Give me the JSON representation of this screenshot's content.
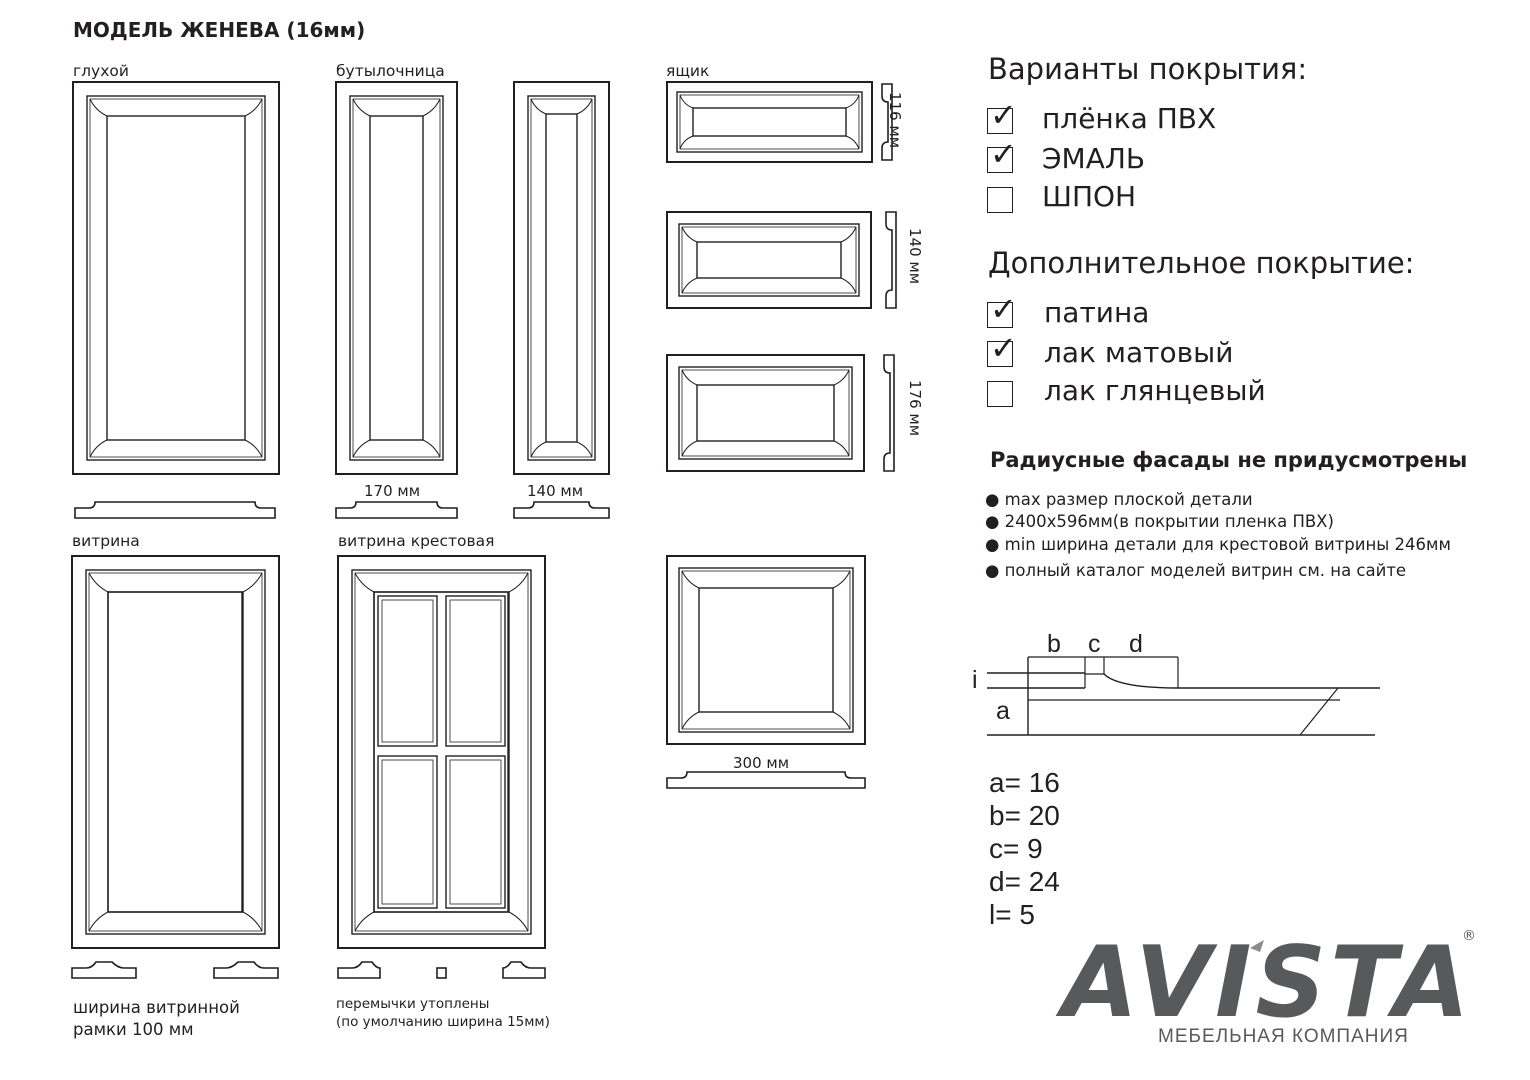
{
  "title": "МОДЕЛЬ ЖЕНЕВА (16мм)",
  "door_labels": {
    "gluhoy": "глухой",
    "butylochnitsa": "бутылочница",
    "yashchik": "ящик",
    "vitrina": "витрина",
    "vitrina_krest": "витрина крестовая"
  },
  "dimensions": {
    "w170": "170 мм",
    "w140": "140 мм",
    "h116": "116 мм",
    "h140": "140 мм",
    "h176": "176 мм",
    "w300": "300 мм"
  },
  "notes": {
    "frame_width_line1": "ширина витринной",
    "frame_width_line2": "рамки 100 мм",
    "bridges_line1": "перемычки утоплены",
    "bridges_line2": "(по умолчанию ширина 15мм)"
  },
  "coating": {
    "heading": "Варианты покрытия:",
    "options": [
      {
        "label": "плёнка ПВХ",
        "checked": true
      },
      {
        "label": "ЭМАЛЬ",
        "checked": true
      },
      {
        "label": "ШПОН",
        "checked": false
      }
    ]
  },
  "extra_coating": {
    "heading": "Дополнительное покрытие:",
    "options": [
      {
        "label": "патина",
        "checked": true
      },
      {
        "label": "лак матовый",
        "checked": true
      },
      {
        "label": "лак глянцевый",
        "checked": false
      }
    ]
  },
  "check_glyph": "✓",
  "radius_note": "Радиусные фасады не придусмотрены",
  "bullets": [
    "● max размер плоской детали",
    "● 2400х596мм(в покрытии пленка ПВХ)",
    "● min ширина детали для крестовой витрины 246мм",
    "● полный каталог моделей витрин см. на сайте"
  ],
  "profile_labels": {
    "b": "b",
    "c": "c",
    "d": "d",
    "i": "i",
    "a": "a"
  },
  "profile_sizes": [
    "a= 16",
    "b= 20",
    "c= 9",
    "d= 24",
    "l= 5"
  ],
  "logo": {
    "name": "AVISTA",
    "reg": "®",
    "subtitle": "МЕБЕЛЬНАЯ КОМПАНИЯ",
    "color": "#58595b"
  }
}
